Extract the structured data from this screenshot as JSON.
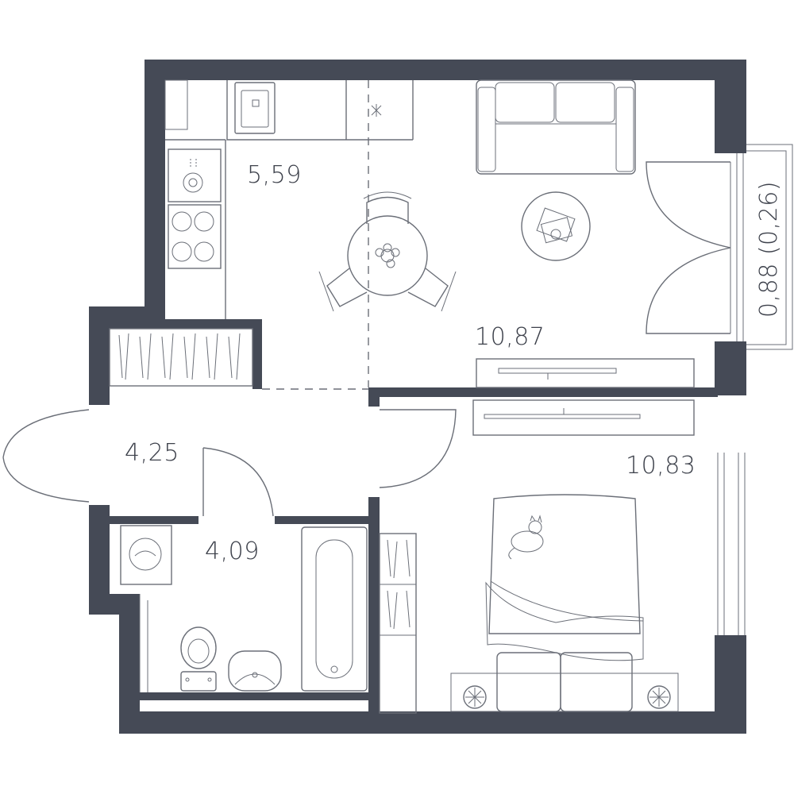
{
  "colors": {
    "wall": "#454a56",
    "line": "#6b6f78",
    "text": "#3d414b",
    "background": "#ffffff"
  },
  "rooms": [
    {
      "id": "kitchen",
      "area": "5,59"
    },
    {
      "id": "living-room",
      "area": "10,87"
    },
    {
      "id": "hallway",
      "area": "4,25"
    },
    {
      "id": "bathroom",
      "area": "4,09"
    },
    {
      "id": "bedroom",
      "area": "10,83"
    },
    {
      "id": "balcony",
      "area": "0,88 (0,26)"
    }
  ],
  "icons": [
    "sink-icon",
    "stove-icon",
    "sofa-icon",
    "dining-table-icon",
    "coffee-table-icon",
    "tv-stand-icon",
    "bed-icon",
    "wardrobe-icon",
    "washing-machine-icon",
    "toilet-icon",
    "bathtub-icon",
    "wash-basin-icon",
    "fan-icon"
  ]
}
